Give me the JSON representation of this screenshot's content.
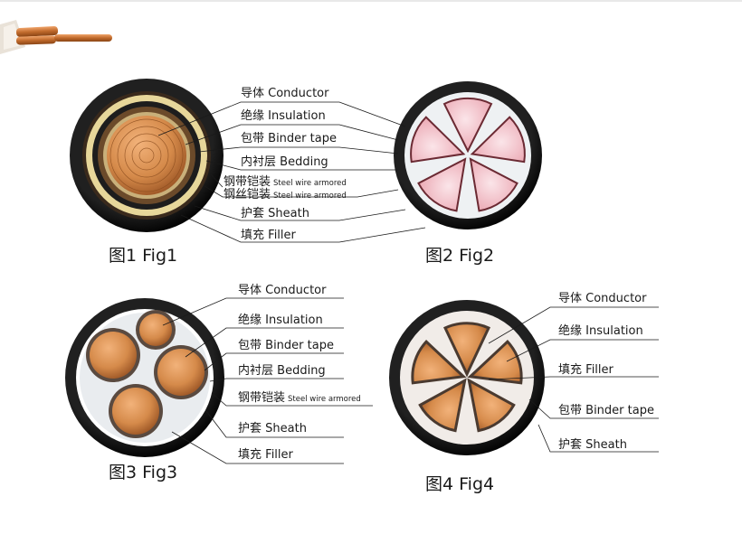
{
  "colors": {
    "sheath": "#151515",
    "copper": "#d58a4a",
    "copper_dark": "#9a5424",
    "pink_insulation": "#f3c1c8",
    "pink_strand": "#f8e4e8",
    "filler": "#eef1f3",
    "yellow_tape": "#e7d79a",
    "brown_armor": "#6b4a2a"
  },
  "figures": [
    {
      "caption": "图1 Fig1",
      "labels": [
        {
          "cn": "导体",
          "en": "Conductor"
        },
        {
          "cn": "绝缘",
          "en": "Insulation"
        },
        {
          "cn": "包带",
          "en": "Binder tape"
        },
        {
          "cn": "内衬层",
          "en": "Bedding"
        },
        {
          "cn": "钢带铠装",
          "en": "Steel wire armored"
        },
        {
          "cn": "钢丝铠装",
          "en": "Steel wire armored"
        },
        {
          "cn": "护套",
          "en": "Sheath"
        },
        {
          "cn": "填充",
          "en": "Filler"
        }
      ]
    },
    {
      "caption": "图2 Fig2"
    },
    {
      "caption": "图3 Fig3",
      "labels": [
        {
          "cn": "导体",
          "en": "Conductor"
        },
        {
          "cn": "绝缘",
          "en": "Insulation"
        },
        {
          "cn": "包带",
          "en": "Binder tape"
        },
        {
          "cn": "内衬层",
          "en": "Bedding"
        },
        {
          "cn": "钢带铠装",
          "en": "Steel wire armored"
        },
        {
          "cn": "护套",
          "en": "Sheath"
        },
        {
          "cn": "填充",
          "en": "Filler"
        }
      ]
    },
    {
      "caption": "图4 Fig4",
      "labels": [
        {
          "cn": "导体",
          "en": "Conductor"
        },
        {
          "cn": "绝缘",
          "en": "Insulation"
        },
        {
          "cn": "填充",
          "en": "Filler"
        },
        {
          "cn": "包带",
          "en": "Binder tape"
        },
        {
          "cn": "护套",
          "en": "Sheath"
        }
      ]
    }
  ]
}
